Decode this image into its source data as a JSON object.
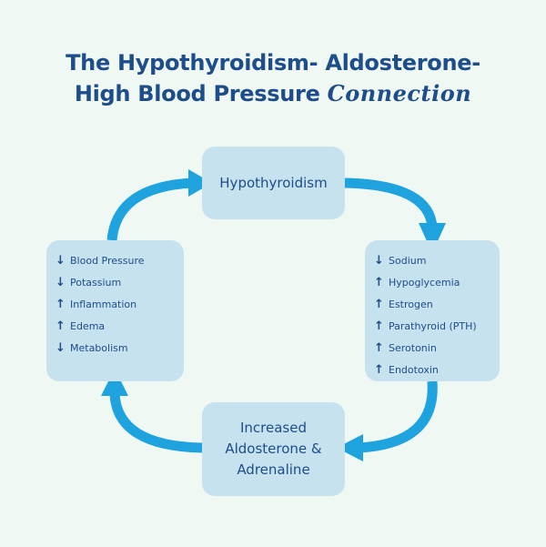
{
  "title": {
    "line1": "The Hypothyroidism- Aldosterone-",
    "line2_main": "High Blood Pressure ",
    "line2_script": "Connection"
  },
  "boxes": {
    "top": {
      "label": "Hypothyroidism"
    },
    "bottom": {
      "lines": [
        "Increased",
        "Aldosterone &",
        "Adrenaline"
      ]
    },
    "left": {
      "items": [
        {
          "arrow": "↓",
          "label": "Blood Pressure"
        },
        {
          "arrow": "↓",
          "label": "Potassium"
        },
        {
          "arrow": "↑",
          "label": "Inflammation"
        },
        {
          "arrow": "↑",
          "label": "Edema"
        },
        {
          "arrow": "↓",
          "label": "Metabolism"
        }
      ]
    },
    "right": {
      "items": [
        {
          "arrow": "↓",
          "label": "Sodium"
        },
        {
          "arrow": "↑",
          "label": "Hypoglycemia"
        },
        {
          "arrow": "↑",
          "label": "Estrogen"
        },
        {
          "arrow": "↑",
          "label": "Parathyroid (PTH)"
        },
        {
          "arrow": "↑",
          "label": "Serotonin"
        },
        {
          "arrow": "↑",
          "label": "Endotoxin"
        }
      ]
    }
  },
  "colors": {
    "background": "#f0f8f4",
    "box": "#c5e2ee",
    "text": "#1e4d8c",
    "arrow": "#1ea3df"
  }
}
